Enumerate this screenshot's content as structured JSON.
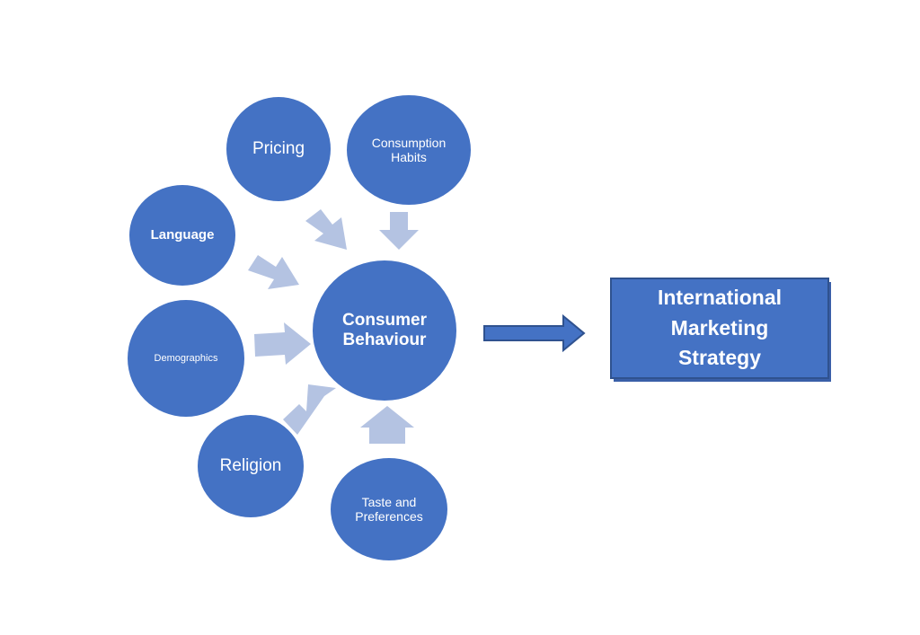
{
  "diagram": {
    "factors": {
      "pricing": {
        "label": "Pricing"
      },
      "consumption_habits": {
        "line1": "Consumption",
        "line2": "Habits"
      },
      "language": {
        "label": "Language"
      },
      "demographics": {
        "label": "Demographics"
      },
      "religion": {
        "label": "Religion"
      },
      "taste_preferences": {
        "line1": "Taste and",
        "line2": "Preferences"
      }
    },
    "center": {
      "line1": "Consumer",
      "line2": "Behaviour"
    },
    "outcome": {
      "line1": "International",
      "line2": "Marketing",
      "line3": "Strategy"
    },
    "colors": {
      "circle_fill": "#4472c4",
      "factor_arrow": "#b4c3e2",
      "main_arrow_fill": "#4472c4",
      "main_arrow_stroke": "#2f528f",
      "box_border": "#2f528f"
    }
  }
}
